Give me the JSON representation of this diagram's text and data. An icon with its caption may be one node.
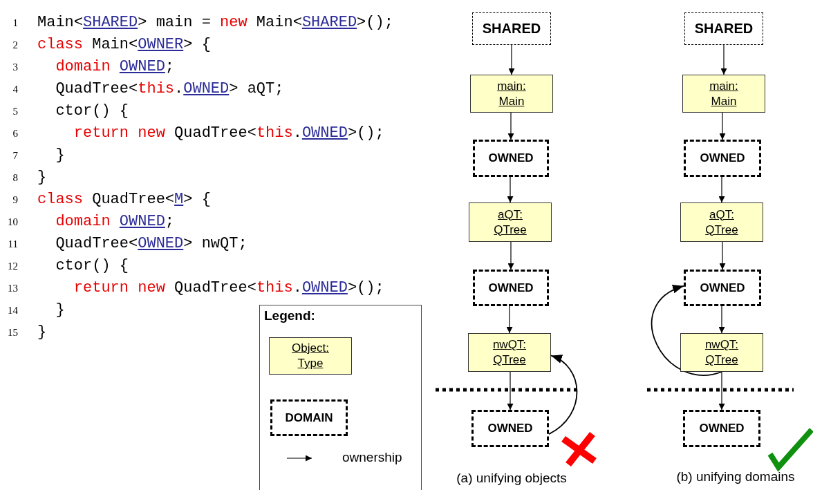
{
  "diagram": {
    "nodes": [
      {
        "text": [
          "SHARED"
        ]
      },
      {
        "text": [
          "main: Main"
        ]
      },
      {
        "text": [
          "OWNED"
        ]
      },
      {
        "text": [
          "aQT: QTree"
        ]
      },
      {
        "text": [
          "OWNED"
        ]
      },
      {
        "text": [
          "nwQT: QTree"
        ]
      },
      {
        "text": [
          "OWNED"
        ]
      },
      {
        "text": [
          "SHARED"
        ]
      },
      {
        "text": [
          "main: Main"
        ]
      },
      {
        "text": [
          "OWNED"
        ]
      },
      {
        "text": [
          "aQT: QTree"
        ]
      },
      {
        "text": [
          "OWNED"
        ]
      },
      {
        "text": [
          "nwQT: QTree"
        ]
      },
      {
        "text": [
          "OWNED"
        ]
      },
      {
        "text": [
          "Legend:"
        ]
      },
      {
        "text": [
          "Object: Type"
        ],
        "in": 14
      },
      {
        "text": [
          "DOMAIN"
        ],
        "in": 14
      }
    ],
    "edges": [
      {
        "from": 0,
        "to": 1,
        "arrow": "to"
      },
      {
        "from": 1,
        "to": 2,
        "arrow": "to"
      },
      {
        "from": 2,
        "to": 3,
        "arrow": "to"
      },
      {
        "from": 3,
        "to": 4,
        "arrow": "to"
      },
      {
        "from": 4,
        "to": 5,
        "arrow": "to"
      },
      {
        "from": 5,
        "to": 6,
        "arrow": "to"
      },
      {
        "from": 6,
        "to": 5,
        "arrow": "to"
      },
      {
        "from": 7,
        "to": 8,
        "arrow": "to"
      },
      {
        "from": 8,
        "to": 9,
        "arrow": "to"
      },
      {
        "from": 9,
        "to": 10,
        "arrow": "to"
      },
      {
        "from": 10,
        "to": 11,
        "arrow": "to"
      },
      {
        "from": 11,
        "to": 12,
        "arrow": "to"
      },
      {
        "from": 12,
        "to": 13,
        "arrow": "to"
      },
      {
        "from": 12,
        "to": 11,
        "arrow": "to"
      }
    ],
    "labels": [
      "1",
      "Main<**SHARED**> main = *new* Main<**SHARED**>();",
      "2",
      "*class* Main<**OWNER**> {",
      "3",
      "  *domain* **OWNED**;",
      "4",
      "  QuadTree<*this*.**OWNED**> aQT;",
      "5",
      "  ctor() {",
      "6",
      "    *return* *new* QuadTree<*this*.**OWNED**>();",
      "7",
      "  }",
      "8",
      "}",
      "9",
      "*class* QuadTree<**M**> {",
      "10",
      "  *domain* **OWNED**;",
      "11",
      "  QuadTree<**OWNED**> nwQT;",
      "12",
      "  ctor() {",
      "13",
      "    *return* *new* QuadTree<*this*.**OWNED**>();",
      "14",
      "  }",
      "15",
      "}",
      "(a) unifying objects",
      "(b) unifying domains"
    ],
    "legend": [
      {
        "text": "ownership"
      }
    ]
  }
}
